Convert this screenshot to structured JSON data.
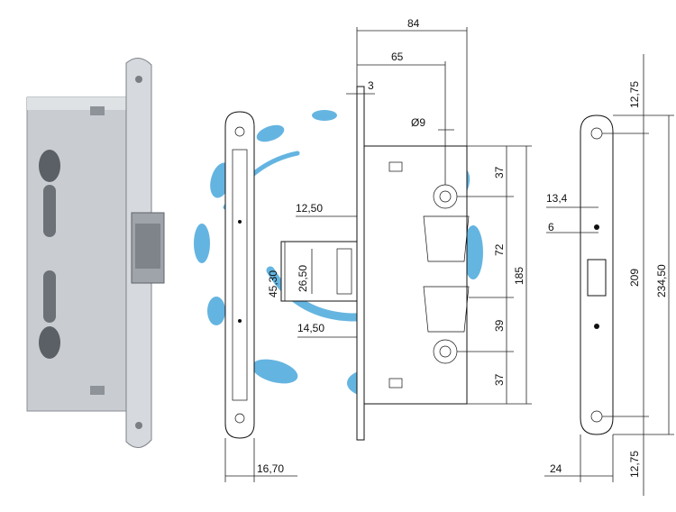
{
  "figure": {
    "accent_color": "#4aa8dc",
    "dimensions": {
      "case_width": "84",
      "backset": "65",
      "faceplate_thickness": "3",
      "cylinder_hole": "Ø9",
      "latch_offset_top": "12,50",
      "latch_height": "45,30",
      "latch_inner": "26,50",
      "latch_offset_bottom": "14,50",
      "faceplate_width_a": "16,70",
      "spacing_top": "37",
      "spacing_center": "72",
      "spacing_lower": "39",
      "spacing_bottom": "37",
      "case_height": "185",
      "screw_top": "12,75",
      "latch_offset_side": "13,4",
      "latch_side_b": "6",
      "screw_span": "209",
      "plate_height": "234,50",
      "plate_width": "24",
      "screw_bottom": "12,75"
    }
  }
}
